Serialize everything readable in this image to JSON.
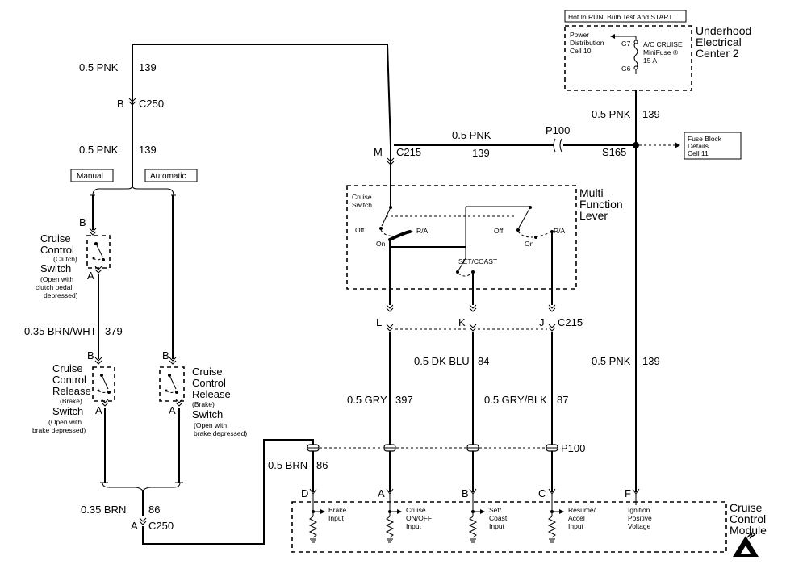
{
  "hot_note": "Hot In RUN, Bulb Test And START",
  "center": {
    "line1": "Underhood",
    "line2": "Electrical",
    "line3": "Center 2"
  },
  "power_dist": {
    "line1": "Power",
    "line2": "Distribution",
    "line3": "Cell 10"
  },
  "fuse": {
    "line1": "A/C CRUISE",
    "line2": "MiniFuse ®",
    "line3": "15 A",
    "pin_in": "G7",
    "pin_out": "G6"
  },
  "fuse_block": {
    "line1": "Fuse Block",
    "line2": "Details",
    "line3": "Cell 11"
  },
  "wires": {
    "left_gauge": "0.5 PNK",
    "left_circuit": "139",
    "left2_gauge": "0.5 PNK",
    "left2_circuit": "139",
    "mid_gauge": "0.5 PNK",
    "mid_circuit": "139",
    "right_top_gauge": "0.5 PNK",
    "right_top_circuit": "139",
    "right_low_gauge": "0.5 PNK",
    "right_low_circuit": "139",
    "brnwht_gauge": "0.35 BRN/WHT",
    "brnwht_circuit": "379",
    "dkblu_gauge": "0.5 DK BLU",
    "dkblu_circuit": "84",
    "gry_gauge": "0.5 GRY",
    "gry_circuit": "397",
    "grybl_gauge": "0.5 GRY/BLK",
    "grybl_circuit": "87",
    "brn_gauge": "0.5 BRN",
    "brn_circuit": "86",
    "brn2_gauge": "0.35 BRN",
    "brn2_circuit": "86"
  },
  "connectors": {
    "c250_top": "C250",
    "c250_top_pin": "B",
    "c215_top": "C215",
    "c215_top_pin": "M",
    "c215_low": "C215",
    "pin_l": "L",
    "pin_k": "K",
    "pin_j": "J",
    "p100_top": "P100",
    "p100_low": "P100",
    "s165": "S165",
    "c250_bot": "C250",
    "c250_bot_pin": "A"
  },
  "options": {
    "manual": "Manual",
    "automatic": "Automatic"
  },
  "clutch_switch": {
    "pin_b": "B",
    "pin_a": "A",
    "line1": "Cruise",
    "line2": "Control",
    "line3": "(Clutch)",
    "line4": "Switch",
    "note1": "(Open with",
    "note2": "clutch pedal",
    "note3": "depressed)"
  },
  "brake_switch_manual": {
    "pin_b": "B",
    "pin_a": "A",
    "line1": "Cruise",
    "line2": "Control",
    "line3": "Release",
    "line4": "(Brake)",
    "line5": "Switch",
    "note1": "(Open with",
    "note2": "brake depressed)"
  },
  "brake_switch_auto": {
    "pin_b": "B",
    "pin_a": "A",
    "line1": "Cruise",
    "line2": "Control",
    "line3": "Release",
    "line4": "(Brake)",
    "line5": "Switch",
    "note1": "(Open with",
    "note2": "brake depressed)"
  },
  "mfl": {
    "title1": "Multi –",
    "title2": "Function",
    "title3": "Lever",
    "cruise1": "Cruise",
    "cruise2": "Switch",
    "off": "Off",
    "on": "On",
    "ra": "R/A",
    "off2": "Off",
    "on2": "On",
    "ra2": "R/A",
    "set_coast": "SET/COAST"
  },
  "module": {
    "title1": "Cruise",
    "title2": "Control",
    "title3": "Module",
    "pins": [
      "D",
      "A",
      "B",
      "C",
      "F"
    ],
    "in_d1": "Brake",
    "in_d2": "Input",
    "in_a1": "Cruise",
    "in_a2": "ON/OFF",
    "in_a3": "Input",
    "in_b1": "Set/",
    "in_b2": "Coast",
    "in_b3": "Input",
    "in_c1": "Resume/",
    "in_c2": "Accel",
    "in_c3": "Input",
    "in_f1": "Ignition",
    "in_f2": "Positive",
    "in_f3": "Voltage"
  }
}
